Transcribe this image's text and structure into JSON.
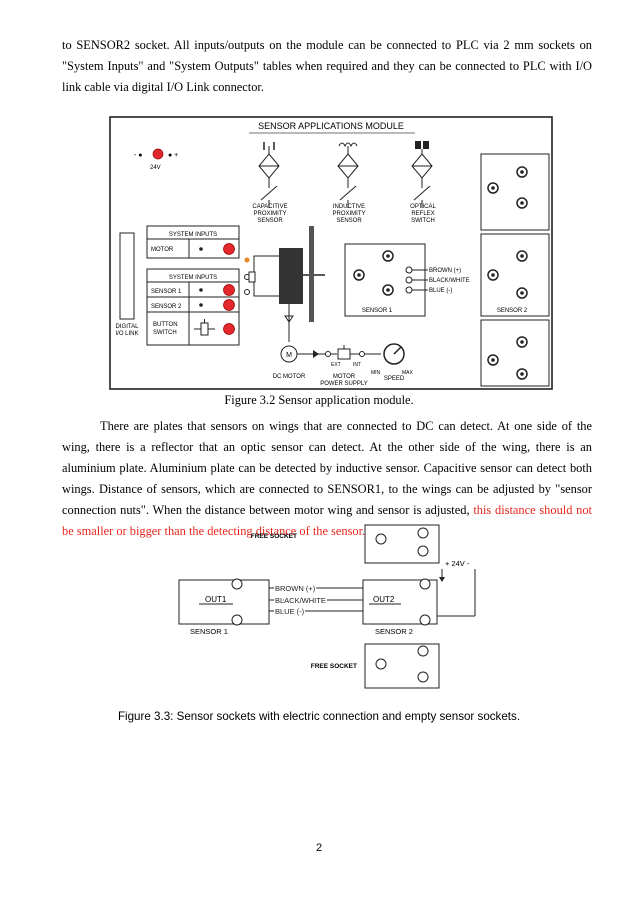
{
  "paragraphs": {
    "intro": "to SENSOR2 socket. All inputs/outputs on the module can be connected to PLC via 2 mm sockets on \"System Inputs\" and \"System Outputs\" tables when required and they can be connected to PLC with I/O link cable via digital I/O Link connector.",
    "plates_main": "There are plates that sensors on wings that are connected to DC can detect. At one side of the wing, there is a reflector that an optic sensor can detect. At the other side of the wing, there is an aluminium plate. Aluminium plate can be detected by inductive sensor. Capacitive sensor can detect both wings. Distance of sensors, which are connected to SENSOR1, to the wings can be adjusted by \"sensor connection nuts\". When the distance between motor wing and sensor is adjusted, ",
    "plates_red": "this distance should not be smaller or bigger than the detecting distance of the sensor."
  },
  "figure1": {
    "caption": "Figure 3.2 Sensor application module.",
    "title": "SENSOR APPLICATIONS MODULE",
    "supply": {
      "minus": "- ●",
      "plus": "● +",
      "voltage": "24V"
    },
    "sensors": [
      {
        "line1": "CAPACITIVE",
        "line2": "PROXIMITY",
        "line3": "SENSOR"
      },
      {
        "line1": "INDUCTIVE",
        "line2": "PROXIMITY",
        "line3": "SENSOR"
      },
      {
        "line1": "OPTICAL",
        "line2": "REFLEX",
        "line3": "SWITCH"
      }
    ],
    "system_outputs_title": "SYSTEM INPUTS",
    "motor_label": "MOTOR",
    "system_inputs_title": "SYSTEM INPUTS",
    "inputs": [
      "SENSOR 1",
      "SENSOR 2"
    ],
    "button_label_1": "BUTTON",
    "button_label_2": "SWITCH",
    "io_label_1": "DIGITAL",
    "io_label_2": "I/O LINK",
    "wires": [
      "BROWN (+)",
      "BLACK/WHITE",
      "BLUE (-)"
    ],
    "sensor1_label": "SENSOR 1",
    "sensor2_label": "SENSOR 2",
    "dc_motor": "DC MOTOR",
    "motor_supply_1": "MOTOR",
    "motor_supply_2": "POWER SUPPLY",
    "ext": "EXT",
    "int": "INT",
    "min": "MIN",
    "max": "MAX",
    "speed": "SPEED",
    "motor_symbol": "M"
  },
  "figure2": {
    "caption": "Figure 3.3: Sensor sockets with electric connection and empty sensor sockets.",
    "free_socket": "FREE SOCKET",
    "free_socket_2": "FREE SOCKET",
    "supply": "+ 24V -",
    "out1": "OUT1",
    "out2": "OUT2",
    "wires": [
      "BROWN (+)",
      "BLACK/WHITE",
      "BLUE (-)"
    ],
    "sensor1": "SENSOR 1",
    "sensor2": "SENSOR 2"
  },
  "page_number": "2"
}
